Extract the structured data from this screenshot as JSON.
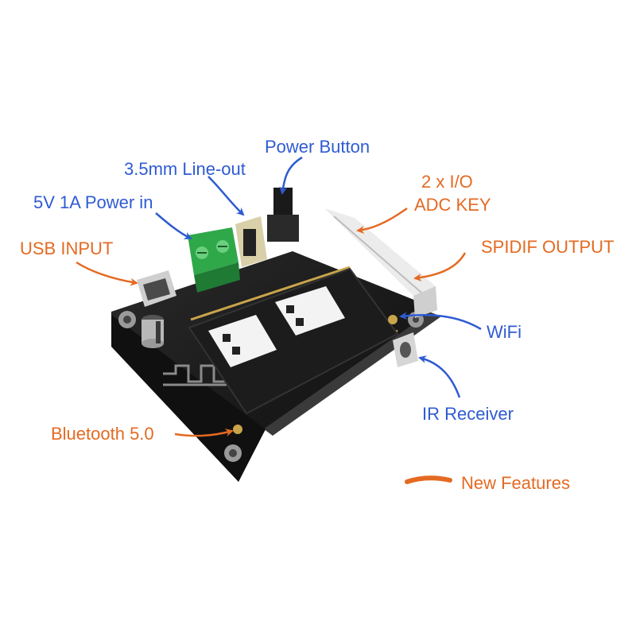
{
  "labels": {
    "power_button": "Power Button",
    "line_out": "3.5mm Line-out",
    "power_in": "5V 1A Power in",
    "usb_input": "USB INPUT",
    "io_line1": "2 x I/O",
    "io_line2": "ADC KEY",
    "spdif_output": "SPIDIF OUTPUT",
    "wifi": "WiFi",
    "ir_receiver": "IR Receiver",
    "bluetooth": "Bluetooth 5.0"
  },
  "legend": {
    "new_features": "New Features"
  },
  "colors": {
    "existing_feature": "#2f5bd3",
    "new_feature": "#e46a22",
    "pcb": "#141414",
    "terminal_block": "#2fa84a"
  }
}
